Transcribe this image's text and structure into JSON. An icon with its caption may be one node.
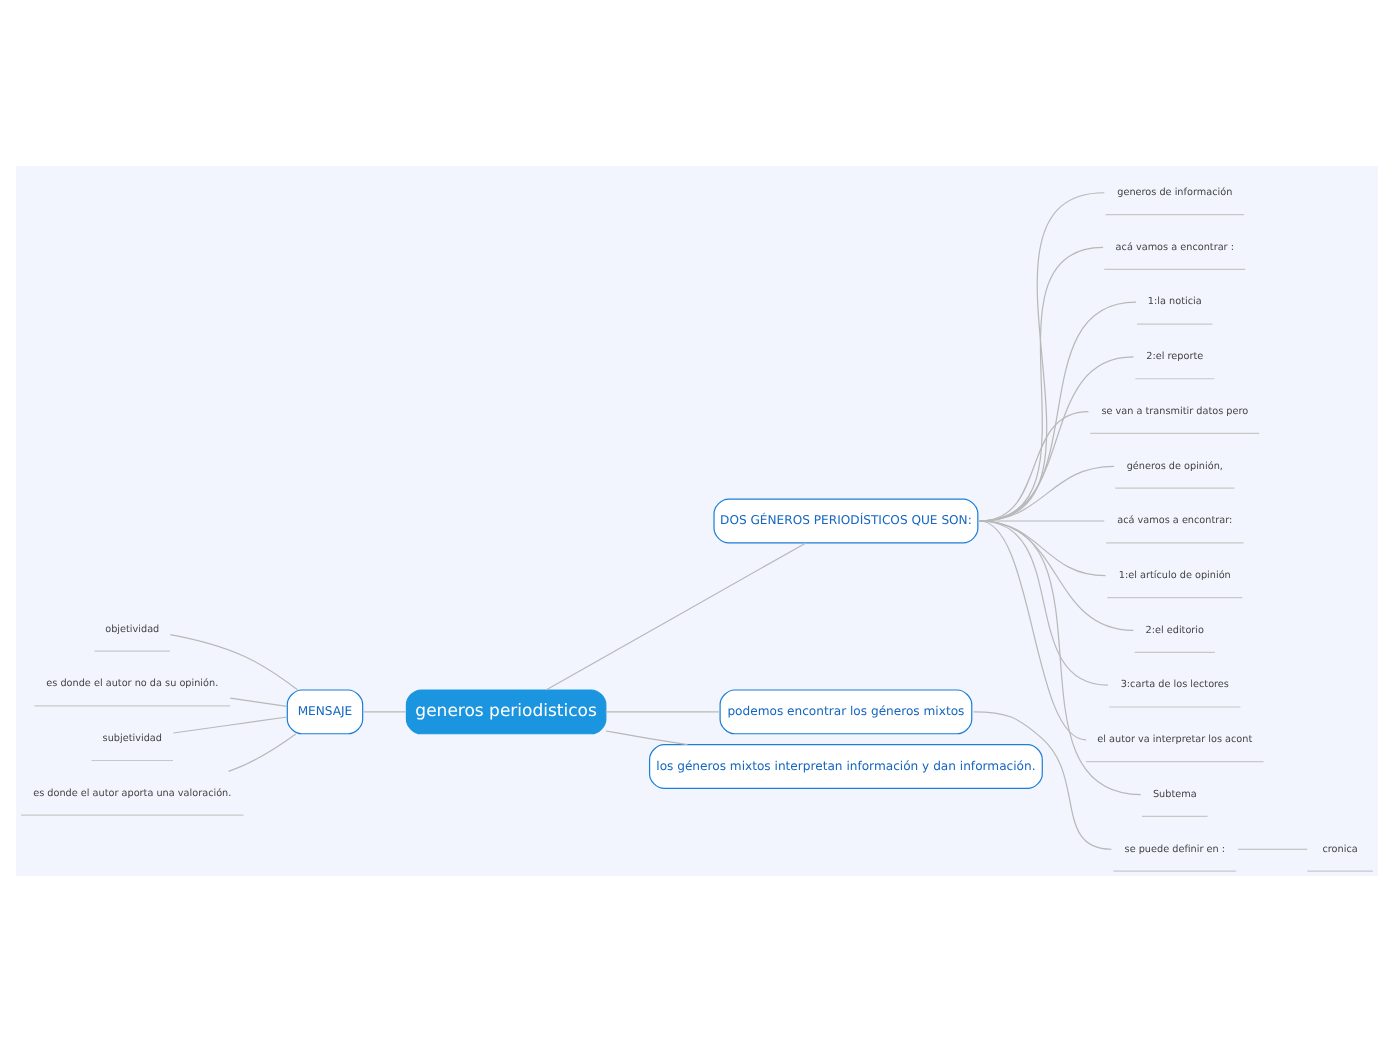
{
  "diagram": {
    "nodes": [
      {
        "text": [
          "generos periodisticos"
        ]
      },
      {
        "text": [
          "DOS GÉNEROS PERIODÍSTICOS QUE SON:"
        ]
      },
      {
        "text": [
          "generos de información"
        ]
      },
      {
        "text": [
          "acá vamos a encontrar :"
        ]
      },
      {
        "text": [
          "1:la noticia"
        ]
      },
      {
        "text": [
          "2:el reporte"
        ]
      },
      {
        "text": [
          "se van a transmitir datos pero"
        ]
      },
      {
        "text": [
          "géneros de opinión,"
        ]
      },
      {
        "text": [
          "acá vamos a encontrar:"
        ]
      },
      {
        "text": [
          "1:el artículo de opinión"
        ]
      },
      {
        "text": [
          "2:el editorio"
        ]
      },
      {
        "text": [
          "3:carta de los lectores"
        ]
      },
      {
        "text": [
          "el autor va interpretar los acont"
        ]
      },
      {
        "text": [
          "Subtema"
        ]
      },
      {
        "text": [
          "MENSAJE"
        ]
      },
      {
        "text": [
          "objetividad"
        ]
      },
      {
        "text": [
          "es donde el autor no da su opinión."
        ]
      },
      {
        "text": [
          "subjetividad"
        ]
      },
      {
        "text": [
          "es donde el autor aporta una valoración."
        ]
      },
      {
        "text": [
          "podemos encontrar los géneros mixtos"
        ]
      },
      {
        "text": [
          "se puede definir en :"
        ]
      },
      {
        "text": [
          "cronica"
        ]
      },
      {
        "text": [
          "los géneros mixtos interpretan información y dan información."
        ]
      }
    ],
    "edges": [
      {
        "from": 0,
        "to": 1,
        "arrow": "none"
      },
      {
        "from": 1,
        "to": 2,
        "arrow": "none"
      },
      {
        "from": 1,
        "to": 3,
        "arrow": "none"
      },
      {
        "from": 1,
        "to": 4,
        "arrow": "none"
      },
      {
        "from": 1,
        "to": 5,
        "arrow": "none"
      },
      {
        "from": 1,
        "to": 6,
        "arrow": "none"
      },
      {
        "from": 1,
        "to": 7,
        "arrow": "none"
      },
      {
        "from": 1,
        "to": 8,
        "arrow": "none"
      },
      {
        "from": 1,
        "to": 9,
        "arrow": "none"
      },
      {
        "from": 1,
        "to": 10,
        "arrow": "none"
      },
      {
        "from": 1,
        "to": 11,
        "arrow": "none"
      },
      {
        "from": 1,
        "to": 12,
        "arrow": "none"
      },
      {
        "from": 1,
        "to": 13,
        "arrow": "none"
      },
      {
        "from": 0,
        "to": 14,
        "arrow": "none"
      },
      {
        "from": 14,
        "to": 15,
        "arrow": "none"
      },
      {
        "from": 14,
        "to": 16,
        "arrow": "none"
      },
      {
        "from": 14,
        "to": 17,
        "arrow": "none"
      },
      {
        "from": 14,
        "to": 18,
        "arrow": "none"
      },
      {
        "from": 0,
        "to": 19,
        "arrow": "none"
      },
      {
        "from": 19,
        "to": 20,
        "arrow": "none"
      },
      {
        "from": 20,
        "to": 21,
        "arrow": "none"
      },
      {
        "from": 0,
        "to": 22,
        "arrow": "none"
      }
    ]
  }
}
